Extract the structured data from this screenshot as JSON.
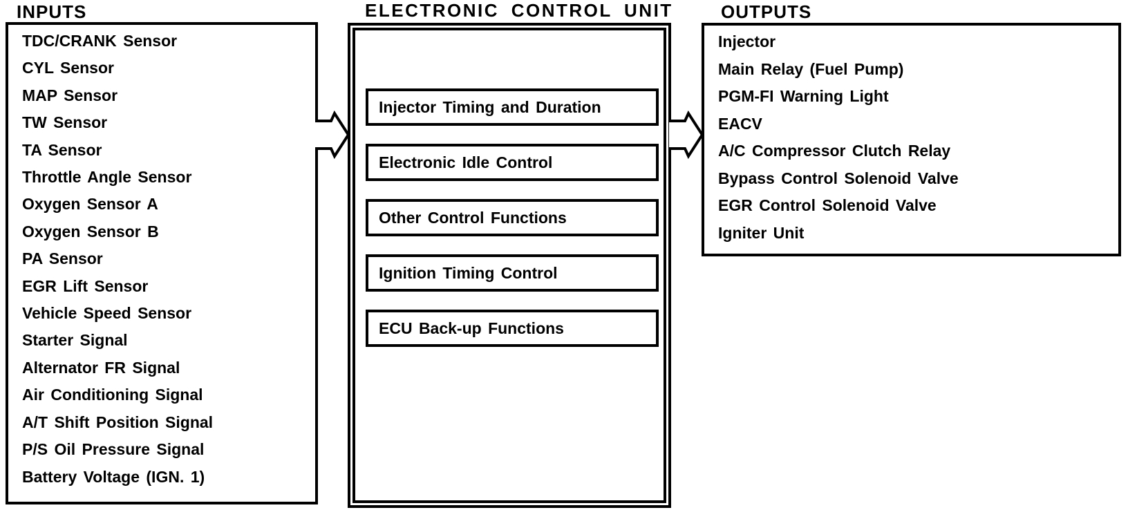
{
  "inputs": {
    "heading": "INPUTS",
    "items": [
      "TDC/CRANK Sensor",
      "CYL Sensor",
      "MAP Sensor",
      "TW Sensor",
      "TA Sensor",
      "Throttle Angle Sensor",
      "Oxygen Sensor A",
      "Oxygen Sensor B",
      "PA Sensor",
      "EGR Lift Sensor",
      "Vehicle Speed Sensor",
      "Starter Signal",
      "Alternator FR Signal",
      "Air Conditioning Signal",
      "A/T Shift Position Signal",
      "P/S Oil Pressure Signal",
      "Battery Voltage (IGN. 1)"
    ]
  },
  "ecu": {
    "heading": "ELECTRONIC CONTROL UNIT",
    "functions": [
      "Injector Timing and Duration",
      "Electronic Idle Control",
      "Other Control Functions",
      "Ignition Timing Control",
      "ECU Back-up Functions"
    ]
  },
  "outputs": {
    "heading": "OUTPUTS",
    "items": [
      "Injector",
      "Main Relay (Fuel Pump)",
      "PGM-FI Warning Light",
      "EACV",
      "A/C Compressor Clutch Relay",
      "Bypass Control Solenoid Valve",
      "EGR Control Solenoid Valve",
      "Igniter Unit"
    ]
  },
  "icons": {
    "inputs_to_ecu_arrow": "right-block-arrow",
    "ecu_to_outputs_arrow": "right-block-arrow"
  },
  "colors": {
    "ink": "#000000",
    "paper": "#ffffff"
  }
}
